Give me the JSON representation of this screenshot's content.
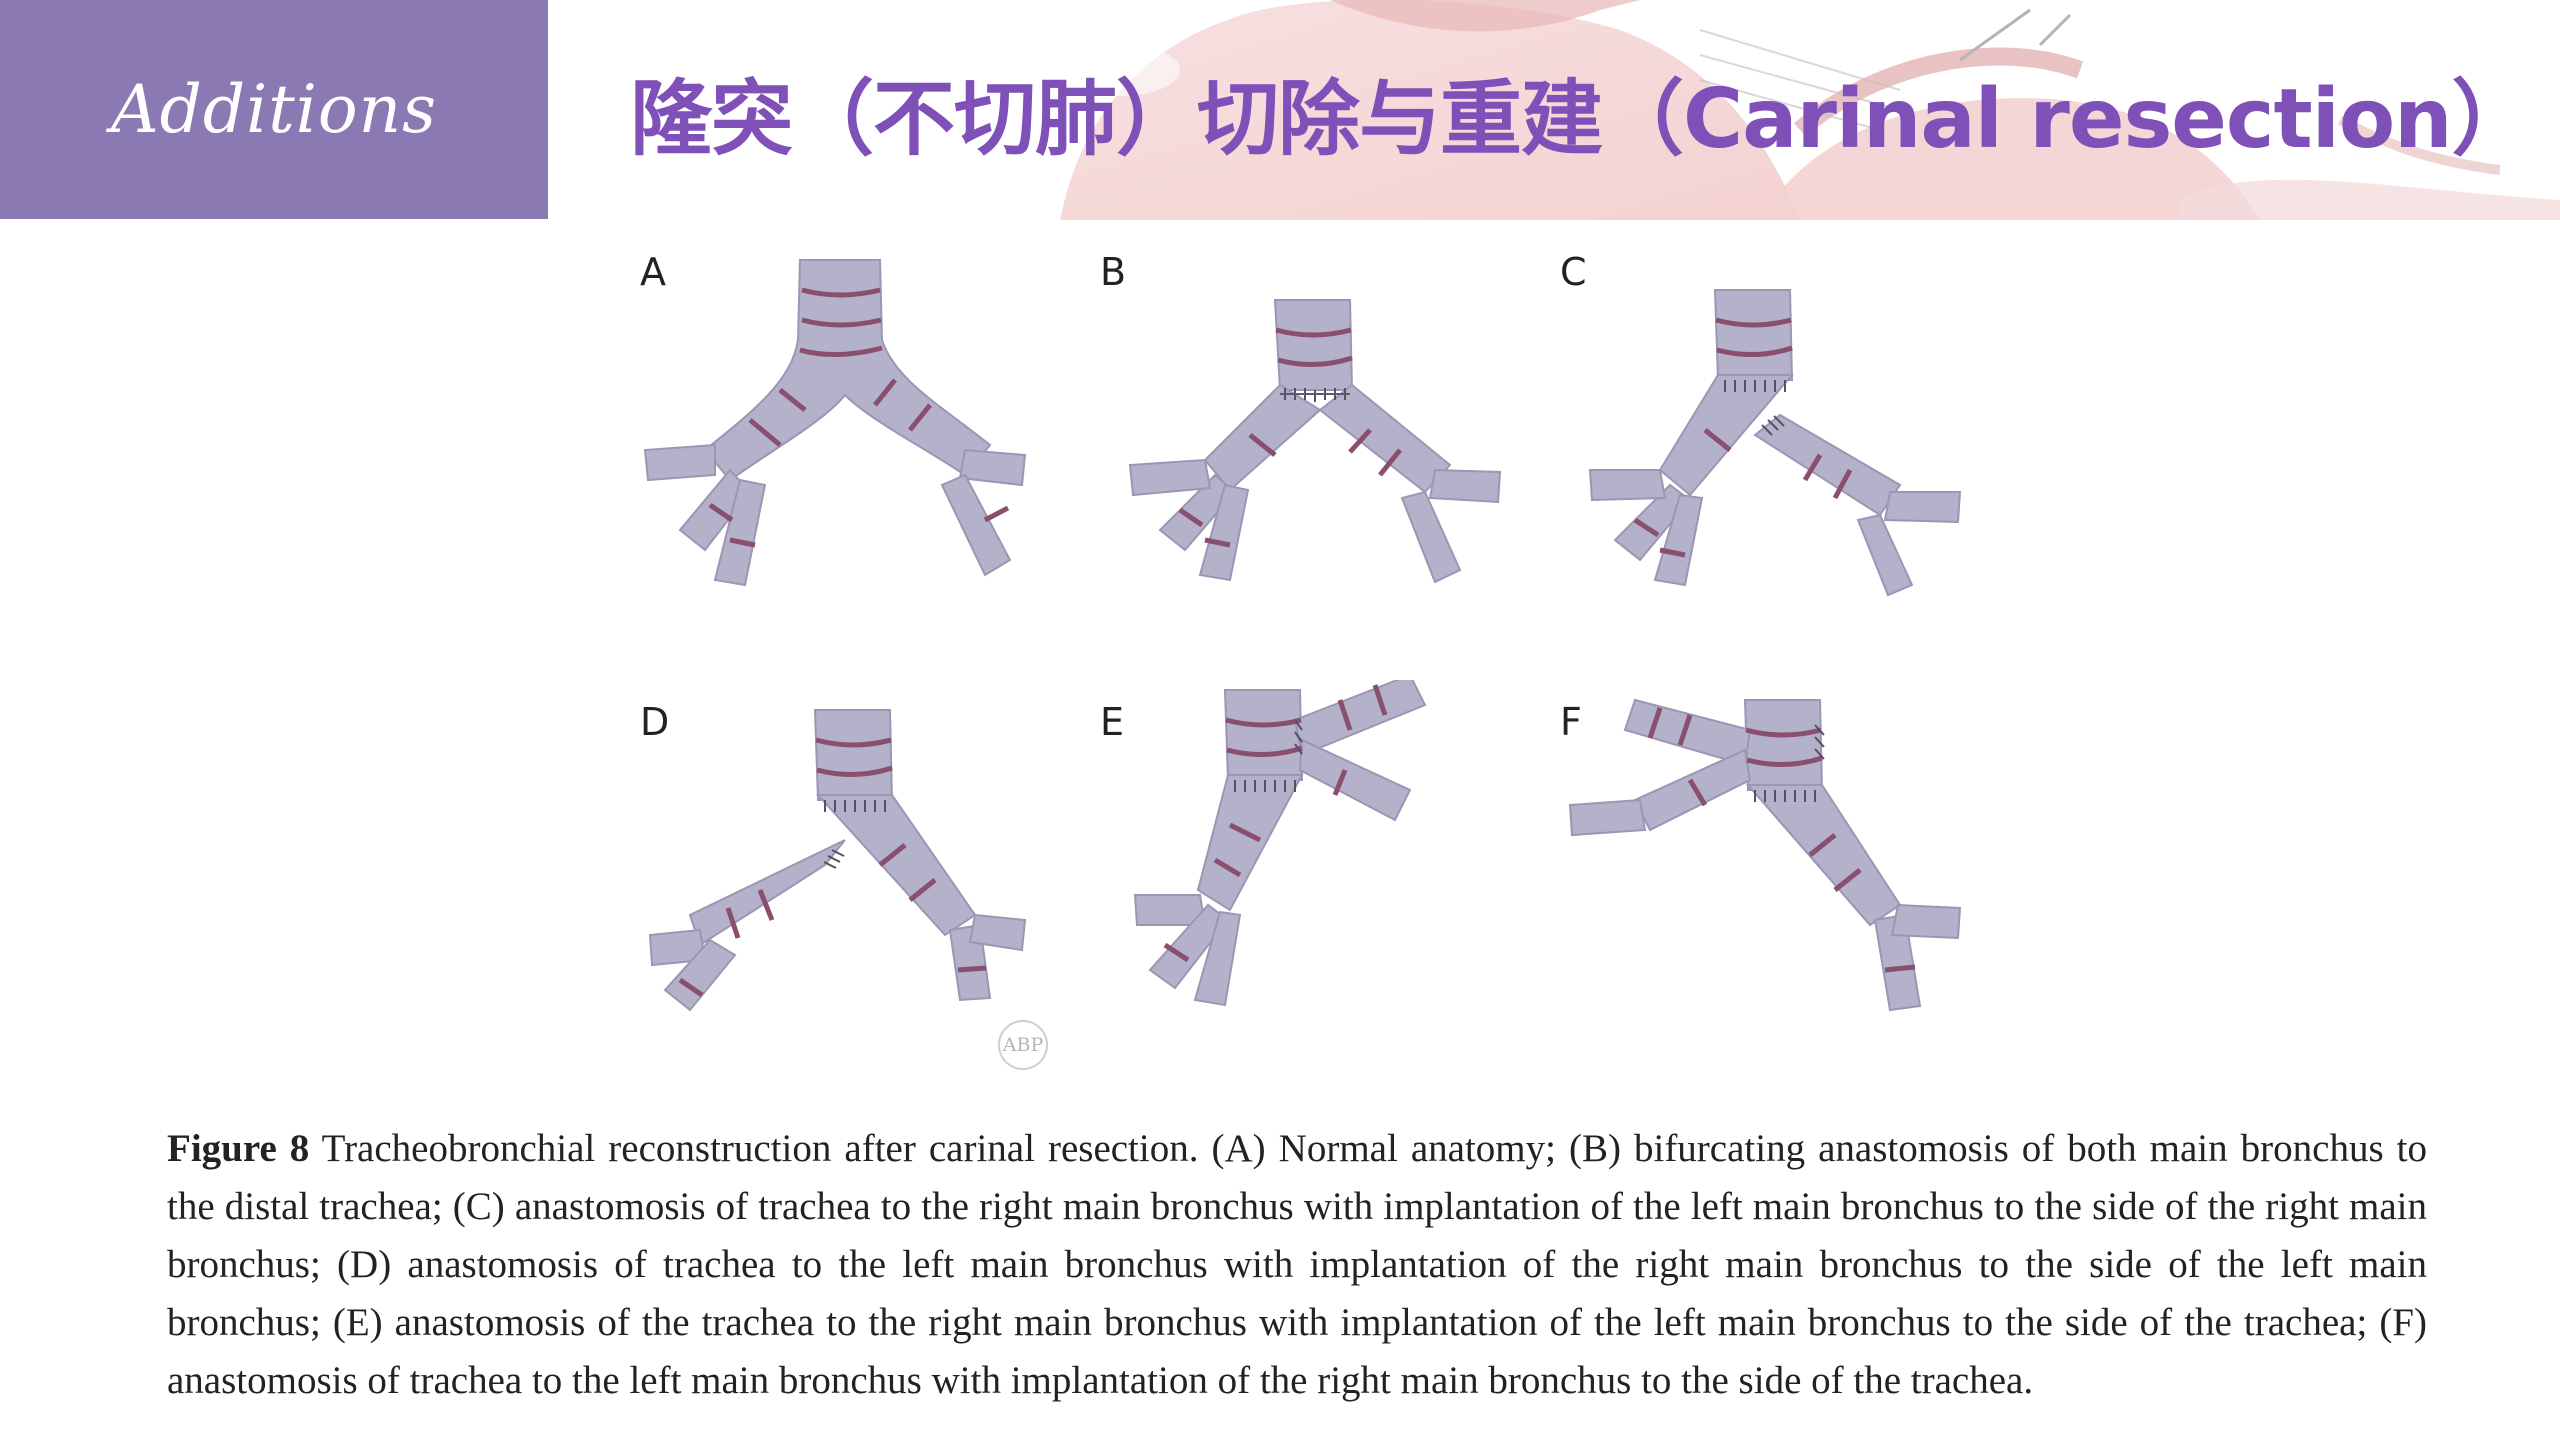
{
  "header": {
    "section_tag": "Additions",
    "title": "隆突（不切肺）切除与重建（Carinal resection）"
  },
  "figure": {
    "panels": [
      {
        "letter": "A",
        "variant": "normal anatomy"
      },
      {
        "letter": "B",
        "variant": "bifurcating anastomosis"
      },
      {
        "letter": "C",
        "variant": "right main bronchus anastomosis"
      },
      {
        "letter": "D",
        "variant": "left main bronchus anastomosis"
      },
      {
        "letter": "E",
        "variant": "left bronchus to trachea side"
      },
      {
        "letter": "F",
        "variant": "right bronchus to trachea side"
      }
    ],
    "credit": "ABP",
    "airway_color": "#b4b1ca",
    "ring_color": "#8a4f6e"
  },
  "caption": {
    "label": "Figure 8",
    "text": " Tracheobronchial reconstruction after carinal resection. (A) Normal anatomy; (B) bifurcating anastomosis of both main bronchus to the distal trachea; (C) anastomosis of trachea to the right main bronchus with implantation of the left main bronchus to the side of the right main bronchus; (D) anastomosis of trachea to the left main bronchus with implantation of the right main bronchus to the side of the left main bronchus; (E) anastomosis of the trachea to the right main bronchus with implantation of the left main bronchus to the side of the trachea; (F) anastomosis of trachea to the left main bronchus with implantation of the right main bronchus to the side of the trachea."
  },
  "colors": {
    "tag_background": "#8b79b3",
    "title": "#7e50b8",
    "caption_text": "#222222"
  }
}
